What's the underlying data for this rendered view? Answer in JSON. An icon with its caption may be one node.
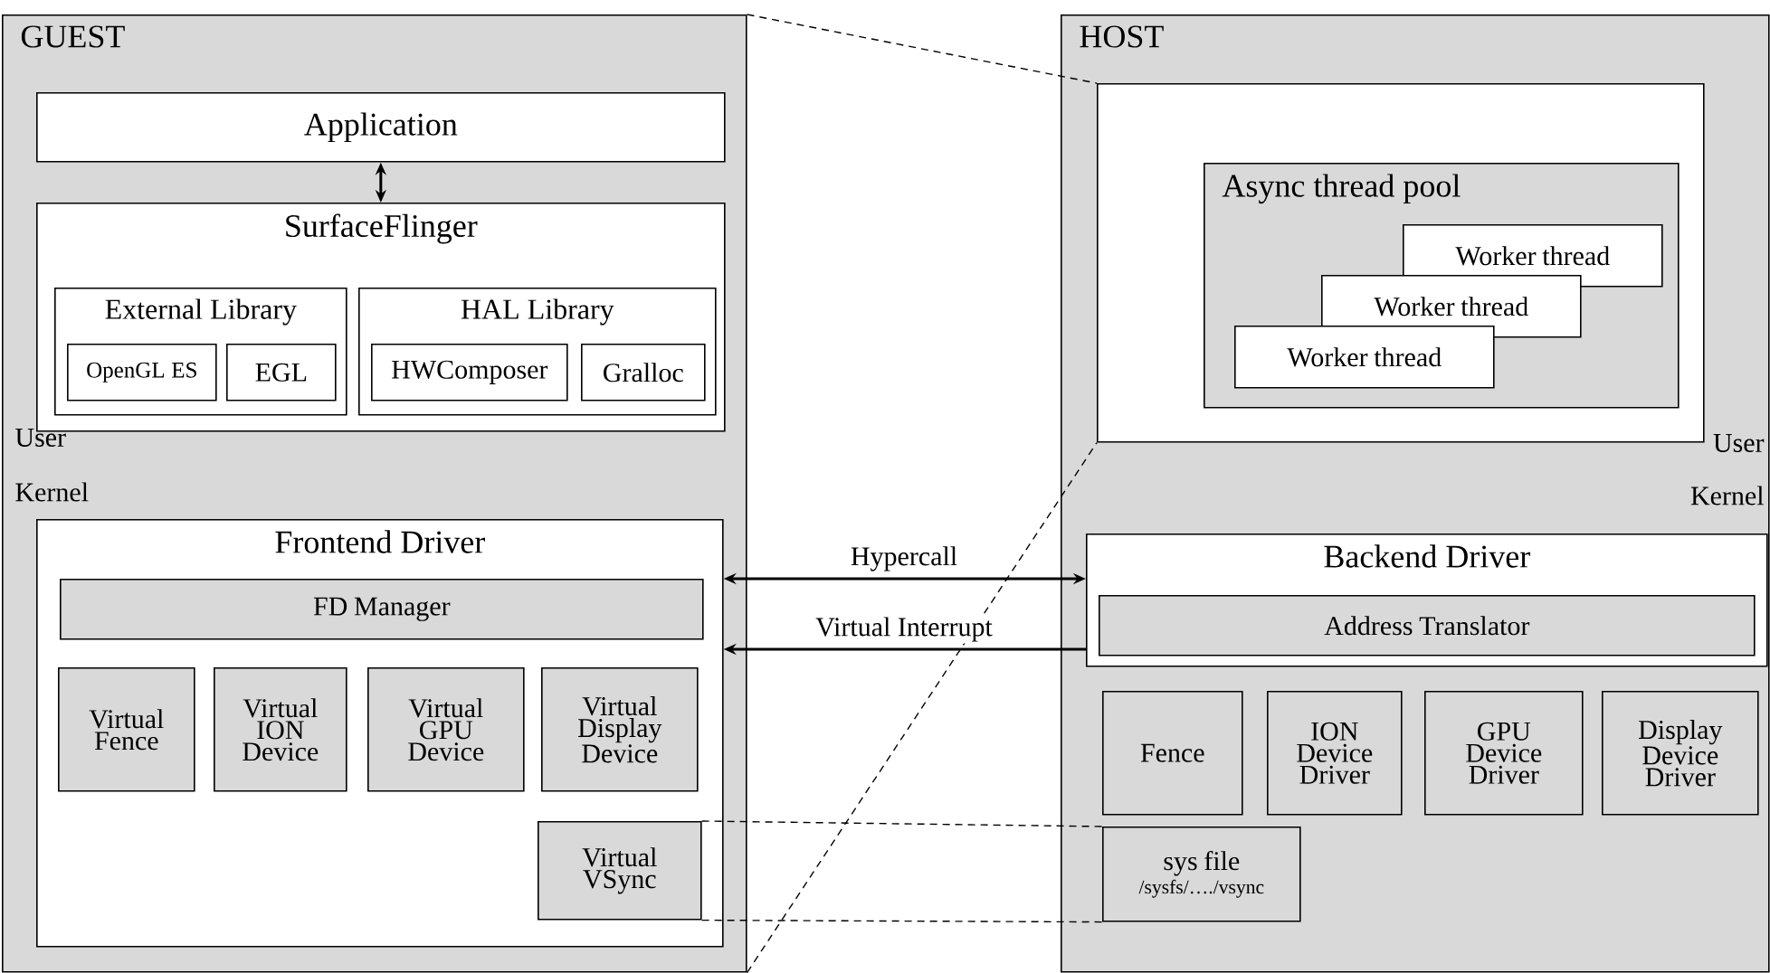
{
  "diagram": {
    "nodes": [
      {
        "text": [
          "GUEST"
        ]
      },
      {
        "text": [
          "Application"
        ],
        "in": 0
      },
      {
        "text": [
          "SurfaceFlinger"
        ],
        "in": 0
      },
      {
        "text": [
          "External Library"
        ],
        "in": 2
      },
      {
        "text": [
          "OpenGL ES"
        ],
        "in": 3
      },
      {
        "text": [
          "EGL"
        ],
        "in": 3
      },
      {
        "text": [
          "HAL Library"
        ],
        "in": 2
      },
      {
        "text": [
          "HWComposer"
        ],
        "in": 6
      },
      {
        "text": [
          "Gralloc"
        ],
        "in": 6
      },
      {
        "text": [
          "Frontend Driver"
        ],
        "in": 0
      },
      {
        "text": [
          "FD Manager"
        ],
        "in": 9
      },
      {
        "text": [
          "Virtual Fence"
        ],
        "in": 9
      },
      {
        "text": [
          "Virtual ION Device"
        ],
        "in": 9
      },
      {
        "text": [
          "Virtual GPU Device"
        ],
        "in": 9
      },
      {
        "text": [
          "Virtual Display Device"
        ],
        "in": 9
      },
      {
        "text": [
          "Virtual VSync"
        ],
        "in": 9
      },
      {
        "text": [
          "HOST"
        ]
      },
      {
        "text": [],
        "shape": "box",
        "in": 16
      },
      {
        "text": [
          "Async thread pool"
        ],
        "in": 17
      },
      {
        "text": [
          "Worker thread"
        ],
        "in": 18
      },
      {
        "text": [
          "Worker thread"
        ],
        "in": 18
      },
      {
        "text": [
          "Worker thread"
        ],
        "in": 18
      },
      {
        "text": [
          "Backend Driver"
        ],
        "in": 16
      },
      {
        "text": [
          "Address Translator"
        ],
        "in": 22
      },
      {
        "text": [
          "Fence"
        ],
        "in": 16
      },
      {
        "text": [
          "ION Device Driver"
        ],
        "in": 16
      },
      {
        "text": [
          "GPU Device Driver"
        ],
        "in": 16
      },
      {
        "text": [
          "Display Device Driver"
        ],
        "in": 16
      },
      {
        "text": [
          "sys file",
          "/sysfs/…./vsync"
        ],
        "in": 16
      }
    ],
    "edges": [
      {
        "from": 1,
        "to": 2,
        "arrow": "both"
      },
      {
        "from": 9,
        "to": 22,
        "arrow": "both",
        "label": "Hypercall"
      },
      {
        "from": 22,
        "to": 9,
        "arrow": "to",
        "label": "Virtual Interrupt"
      },
      {
        "from": 15,
        "to": 28,
        "arrow": "none",
        "style": "dashed"
      },
      {
        "from": 0,
        "to": 17,
        "arrow": "none",
        "style": "dashed"
      },
      {
        "from": 0,
        "to": 17,
        "arrow": "none",
        "style": "dashed"
      }
    ],
    "labels": [
      "User",
      "Kernel",
      "User",
      "Kernel"
    ]
  }
}
